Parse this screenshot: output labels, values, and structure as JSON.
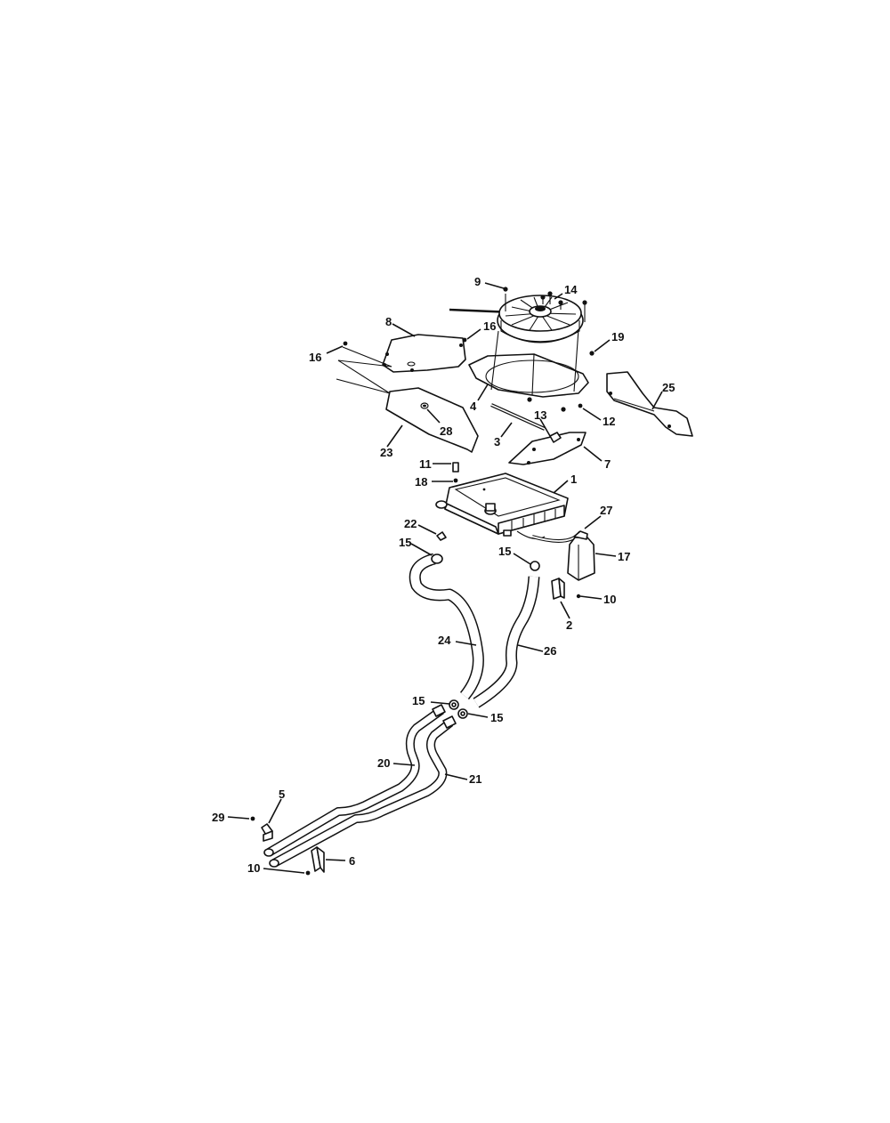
{
  "callouts": [
    {
      "id": "c9",
      "label": "9"
    },
    {
      "id": "c14",
      "label": "14"
    },
    {
      "id": "c8",
      "label": "8"
    },
    {
      "id": "c16a",
      "label": "16"
    },
    {
      "id": "c16b",
      "label": "16"
    },
    {
      "id": "c19",
      "label": "19"
    },
    {
      "id": "c25",
      "label": "25"
    },
    {
      "id": "c4",
      "label": "4"
    },
    {
      "id": "c12",
      "label": "12"
    },
    {
      "id": "c28",
      "label": "28"
    },
    {
      "id": "c3",
      "label": "3"
    },
    {
      "id": "c13",
      "label": "13"
    },
    {
      "id": "c23",
      "label": "23"
    },
    {
      "id": "c7",
      "label": "7"
    },
    {
      "id": "c11",
      "label": "11"
    },
    {
      "id": "c1",
      "label": "1"
    },
    {
      "id": "c18",
      "label": "18"
    },
    {
      "id": "c27",
      "label": "27"
    },
    {
      "id": "c22",
      "label": "22"
    },
    {
      "id": "c15a",
      "label": "15"
    },
    {
      "id": "c15b",
      "label": "15"
    },
    {
      "id": "c17",
      "label": "17"
    },
    {
      "id": "c10a",
      "label": "10"
    },
    {
      "id": "c2",
      "label": "2"
    },
    {
      "id": "c24",
      "label": "24"
    },
    {
      "id": "c26",
      "label": "26"
    },
    {
      "id": "c15c",
      "label": "15"
    },
    {
      "id": "c15d",
      "label": "15"
    },
    {
      "id": "c20",
      "label": "20"
    },
    {
      "id": "c21",
      "label": "21"
    },
    {
      "id": "c5",
      "label": "5"
    },
    {
      "id": "c29",
      "label": "29"
    },
    {
      "id": "c6",
      "label": "6"
    },
    {
      "id": "c10b",
      "label": "10"
    }
  ]
}
